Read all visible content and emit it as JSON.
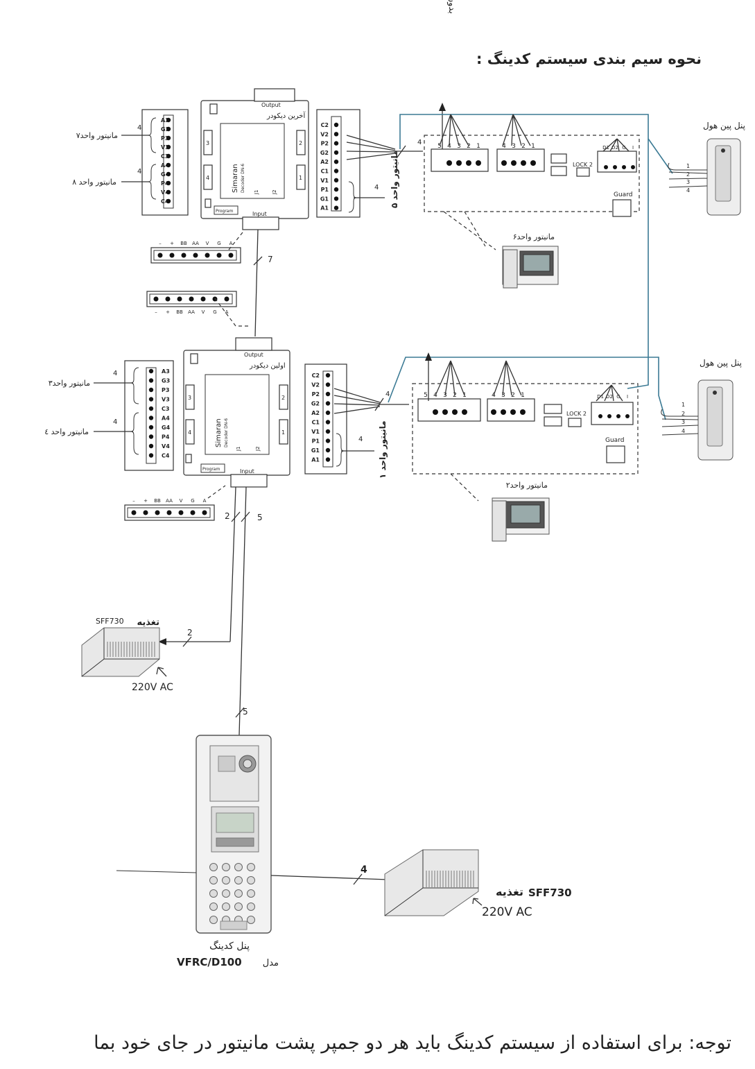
{
  "title": "نحوه سیم بندی سیستم کدینگ :",
  "unused_label": "بدون استفاده",
  "note": "توجه: برای استفاده از سیستم کدینگ باید هر دو جمپر پشت مانیتور در جای خود بما",
  "decoder_top": {
    "name": "آخرین دیکودر",
    "output": "Output",
    "input": "Input",
    "program": "Program",
    "brand": "Simaran",
    "model": "Decoder DN-6",
    "j1": "J1",
    "j2": "J2",
    "ports": [
      "3",
      "4",
      "2",
      "1"
    ],
    "left_terminals": [
      "A3",
      "G3",
      "P3",
      "V3",
      "C3",
      "A4",
      "G4",
      "P4",
      "V4",
      "C4"
    ],
    "right_terminals": [
      "C2",
      "V2",
      "P2",
      "G2",
      "A2",
      "C1",
      "V1",
      "P1",
      "G1",
      "A1"
    ],
    "monitor_labels": [
      "مانیتور واحد۷",
      "مانیتور واحد ۸"
    ],
    "right_monitor_label": "مانیتور واحد ۵"
  },
  "decoder_bottom": {
    "name": "اولین دیکودر",
    "output": "Output",
    "input": "Input",
    "program": "Program",
    "brand": "Simaran",
    "model": "Decoder DN-6",
    "j1": "J1",
    "j2": "J2",
    "ports": [
      "3",
      "4",
      "2",
      "1"
    ],
    "left_terminals": [
      "A3",
      "G3",
      "P3",
      "V3",
      "C3",
      "A4",
      "G4",
      "P4",
      "V4",
      "C4"
    ],
    "right_terminals": [
      "C2",
      "V2",
      "P2",
      "G2",
      "A2",
      "C1",
      "V1",
      "P1",
      "G1",
      "A1"
    ],
    "monitor_labels": [
      "مانیتور واحد۳",
      "مانیتور واحد ٤"
    ],
    "right_monitor_label": "مانیتور واحد ۱"
  },
  "bus_terminal_labels": [
    "–",
    "+",
    "BB",
    "AA",
    "V",
    "G",
    "A"
  ],
  "wire_counts": {
    "four": "4",
    "seven": "7",
    "two": "2",
    "five": "5"
  },
  "monitor_top": {
    "label": "مانیتور واحد۶",
    "left_group": [
      "5",
      "4",
      "3",
      "2",
      "1"
    ],
    "right_group": [
      "4",
      "3",
      "2",
      "1"
    ],
    "lock": "LOCK 2",
    "door_group": [
      "D1",
      "D2",
      "G",
      "I"
    ],
    "guard": "Guard"
  },
  "monitor_bottom": {
    "label": "مانیتور واحد۲",
    "left_group": [
      "5",
      "4",
      "3",
      "2",
      "1"
    ],
    "right_group": [
      "4",
      "3",
      "2",
      "1"
    ],
    "lock": "LOCK 2",
    "door_group": [
      "D1",
      "D2",
      "G",
      "I"
    ],
    "guard": "Guard"
  },
  "door_panels": [
    {
      "label": "پنل پین هول",
      "pins": [
        "1",
        "2",
        "3",
        "4"
      ]
    },
    {
      "label": "پنل پین هول",
      "pins": [
        "1",
        "2",
        "3",
        "4"
      ]
    }
  ],
  "psu_top": {
    "label": "تغذیه",
    "model": "SFF730",
    "ac": "220V AC"
  },
  "psu_bottom": {
    "label": "تغذیه",
    "model": "SFF730",
    "ac": "220V AC"
  },
  "coding_panel": {
    "label": "پنل کدینگ",
    "model": "VFRC/D100",
    "model_prefix": "مدل"
  }
}
